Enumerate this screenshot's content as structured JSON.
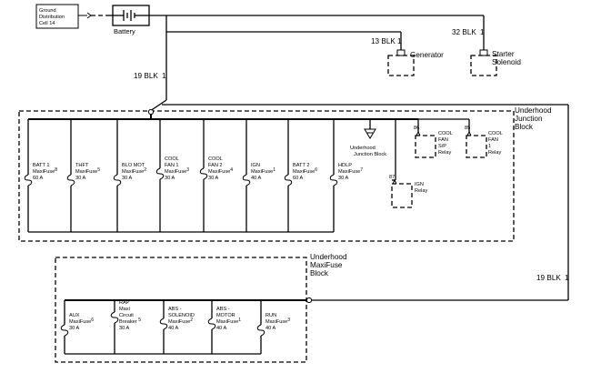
{
  "ground": {
    "line1": "Ground",
    "line2": "Distribution",
    "line3": "Cell 14"
  },
  "battery_label": "Battery",
  "wires": {
    "generator_wire": "13 BLK",
    "generator_pin": "1",
    "starter_wire": "32 BLK",
    "starter_pin": "1",
    "main_wire": "19 BLK",
    "main_pin": "1",
    "maxi_wire": "19 BLK",
    "maxi_pin": "1"
  },
  "components": {
    "generator": "Generator",
    "starter_line1": "Starter",
    "starter_line2": "Solenoid"
  },
  "junction_block": {
    "line1": "Underhood",
    "line2": "Junction",
    "line3": "Block"
  },
  "fuses_top": [
    {
      "line1": "BATT 1",
      "line2": "MaxiFuse",
      "num": "8",
      "rating": "60 A"
    },
    {
      "line1": "THFT",
      "line2": "MaxiFuse",
      "num": "5",
      "rating": "30 A"
    },
    {
      "line1": "BLO MOT",
      "line2": "MaxiFuse",
      "num": "2",
      "rating": "30 A"
    },
    {
      "line1": "COOL",
      "line2": "FAN 1",
      "line3": "MaxiFuse",
      "num": "3",
      "rating": "30 A"
    },
    {
      "line1": "COOL",
      "line2": "FAN 2",
      "line3": "MaxiFuse",
      "num": "4",
      "rating": "30 A"
    },
    {
      "line1": "IGN",
      "line2": "MaxiFuse",
      "num": "1",
      "rating": "40 A"
    },
    {
      "line1": "BATT 2",
      "line2": "MaxiFuse",
      "num": "6",
      "rating": "60 A"
    },
    {
      "line1": "HDLP",
      "line2": "MaxiFuse",
      "num": "7",
      "rating": "30 A"
    }
  ],
  "ground_ref": {
    "line1": "Underhood",
    "line2": "Junction Block"
  },
  "relays": [
    {
      "pin": "86",
      "line1": "COOL",
      "line2": "FAN",
      "line3": "S/P",
      "line4": "Relay"
    },
    {
      "pin": "85",
      "line1": "COOL",
      "line2": "FAN",
      "line3": "1",
      "line4": "Relay"
    },
    {
      "pin": "87",
      "line1": "IGN",
      "line2": "Relay"
    }
  ],
  "maxifuse_block": {
    "line1": "Underhood",
    "line2": "MaxiFuse",
    "line3": "Block"
  },
  "fuses_bottom": [
    {
      "line1": "AUX",
      "line2": "MaxiFuse",
      "num": "6",
      "rating": "30 A"
    },
    {
      "line1": "RAP",
      "line2": "Maxi",
      "line3": "Circuit",
      "line4": "Breaker",
      "num": "5",
      "rating": "30 A"
    },
    {
      "line1": "ABS -",
      "line2": "SOLENOID",
      "line3": "MaxiFuse",
      "num": "2",
      "rating": "40 A"
    },
    {
      "line1": "ABS -",
      "line2": "MOTOR",
      "line3": "MaxiFuse",
      "num": "1",
      "rating": "40 A"
    },
    {
      "line1": "RUN",
      "line2": "MaxiFuse",
      "num": "3",
      "rating": "40 A"
    }
  ]
}
